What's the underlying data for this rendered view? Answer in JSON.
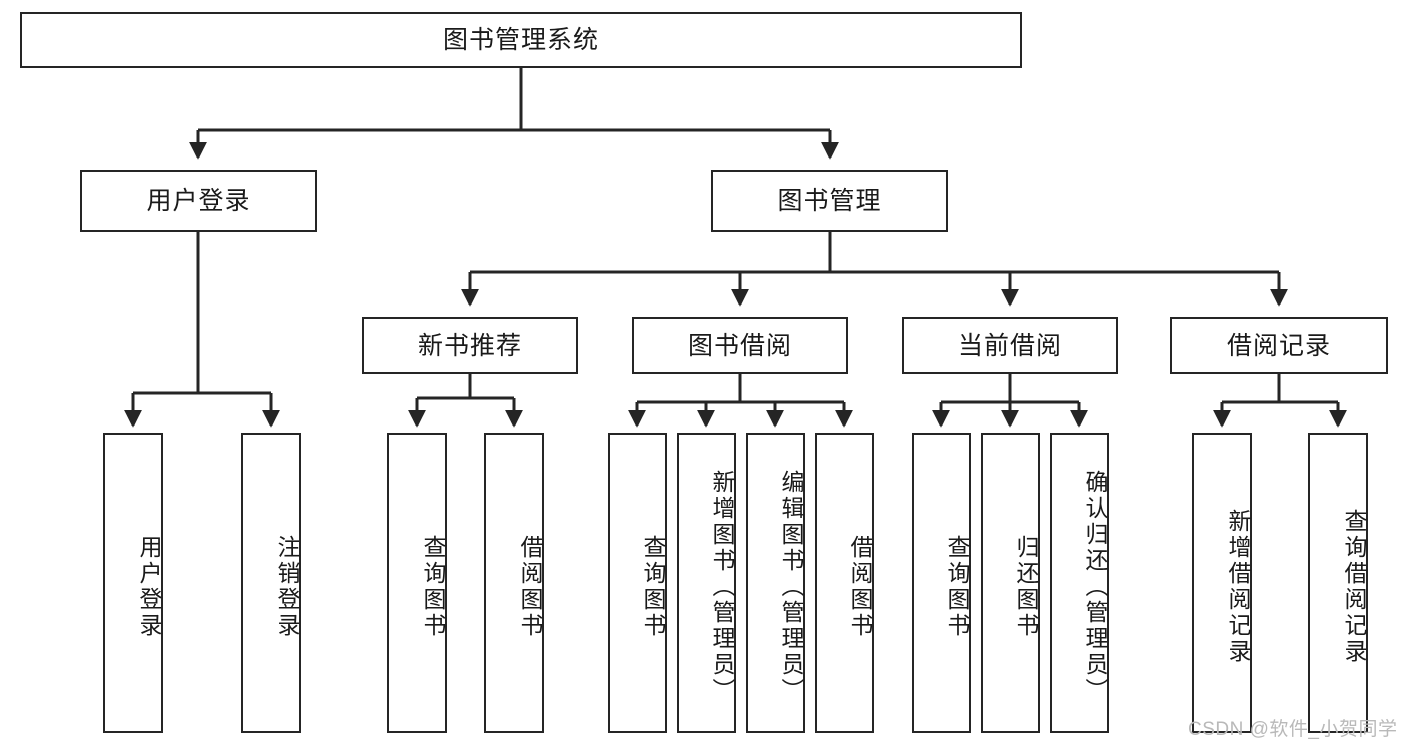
{
  "diagram": {
    "type": "hierarchy-tree",
    "title": "图书管理系统",
    "stroke_color": "#252525",
    "background_color": "#ffffff",
    "levels": [
      {
        "level": 1,
        "nodes": [
          {
            "id": "root",
            "label": "图书管理系统",
            "orientation": "horizontal"
          }
        ]
      },
      {
        "level": 2,
        "nodes": [
          {
            "id": "login",
            "label": "用户登录",
            "orientation": "horizontal",
            "parent": "root"
          },
          {
            "id": "bookmgmt",
            "label": "图书管理",
            "orientation": "horizontal",
            "parent": "root"
          }
        ]
      },
      {
        "level": 3,
        "nodes": [
          {
            "id": "newbook",
            "label": "新书推荐",
            "orientation": "horizontal",
            "parent": "bookmgmt"
          },
          {
            "id": "borrow",
            "label": "图书借阅",
            "orientation": "horizontal",
            "parent": "bookmgmt"
          },
          {
            "id": "current",
            "label": "当前借阅",
            "orientation": "horizontal",
            "parent": "bookmgmt"
          },
          {
            "id": "records",
            "label": "借阅记录",
            "orientation": "horizontal",
            "parent": "bookmgmt"
          }
        ]
      },
      {
        "level": 4,
        "nodes": [
          {
            "id": "leaf-user-login",
            "label": "用户登录",
            "orientation": "vertical",
            "parent": "login"
          },
          {
            "id": "leaf-user-logout",
            "label": "注销登录",
            "orientation": "vertical",
            "parent": "login"
          },
          {
            "id": "leaf-query-book-1",
            "label": "查询图书",
            "orientation": "vertical",
            "parent": "newbook"
          },
          {
            "id": "leaf-borrow-book-1",
            "label": "借阅图书",
            "orientation": "vertical",
            "parent": "newbook"
          },
          {
            "id": "leaf-query-book-2",
            "label": "查询图书",
            "orientation": "vertical",
            "parent": "borrow"
          },
          {
            "id": "leaf-add-book",
            "label": "新增图书（管理员）",
            "orientation": "vertical",
            "parent": "borrow"
          },
          {
            "id": "leaf-edit-book",
            "label": "编辑图书（管理员）",
            "orientation": "vertical",
            "parent": "borrow"
          },
          {
            "id": "leaf-borrow-book-2",
            "label": "借阅图书",
            "orientation": "vertical",
            "parent": "borrow"
          },
          {
            "id": "leaf-query-book-3",
            "label": "查询图书",
            "orientation": "vertical",
            "parent": "current"
          },
          {
            "id": "leaf-return-book",
            "label": "归还图书",
            "orientation": "vertical",
            "parent": "current"
          },
          {
            "id": "leaf-confirm-return",
            "label": "确认归还（管理员）",
            "orientation": "vertical",
            "parent": "current"
          },
          {
            "id": "leaf-add-record",
            "label": "新增借阅记录",
            "orientation": "vertical",
            "parent": "records"
          },
          {
            "id": "leaf-query-record",
            "label": "查询借阅记录",
            "orientation": "vertical",
            "parent": "records"
          }
        ]
      }
    ]
  },
  "watermark": {
    "text": "CSDN @软件_小贺同学"
  }
}
